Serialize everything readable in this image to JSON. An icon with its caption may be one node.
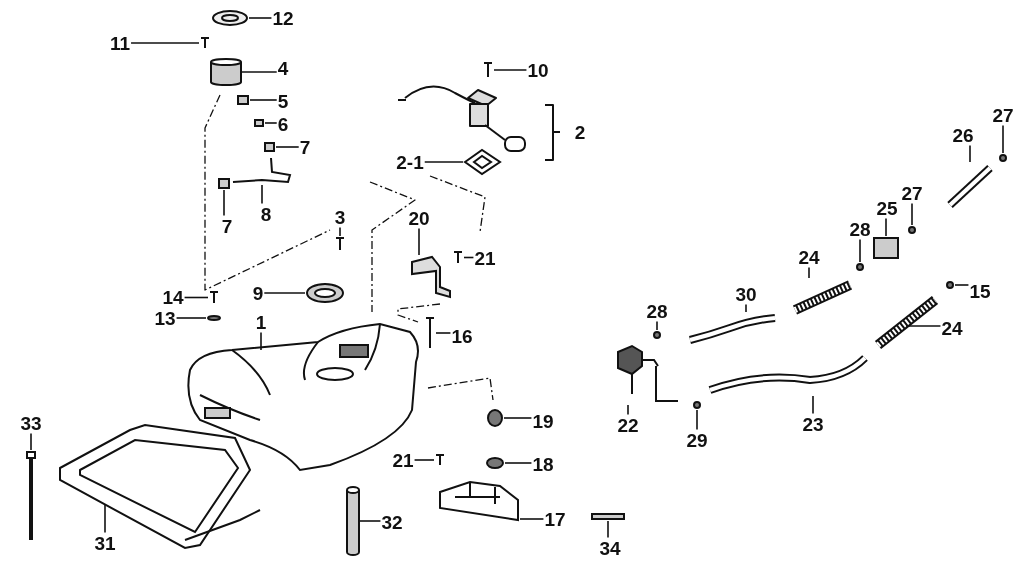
{
  "diagram": {
    "nodes": [
      {
        "text": [
          "12"
        ]
      },
      {
        "text": [
          "11"
        ]
      },
      {
        "text": [
          "4"
        ]
      },
      {
        "text": [
          "10"
        ]
      },
      {
        "text": [
          "5"
        ]
      },
      {
        "text": [
          "6"
        ]
      },
      {
        "text": [
          "7"
        ]
      },
      {
        "text": [
          "27"
        ]
      },
      {
        "text": [
          "2"
        ]
      },
      {
        "text": [
          "26"
        ]
      },
      {
        "text": [
          "2-1"
        ]
      },
      {
        "text": [
          "25"
        ]
      },
      {
        "text": [
          "8"
        ]
      },
      {
        "text": [
          "7"
        ]
      },
      {
        "text": [
          "27"
        ]
      },
      {
        "text": [
          "3"
        ]
      },
      {
        "text": [
          "20"
        ]
      },
      {
        "text": [
          "28"
        ]
      },
      {
        "text": [
          "24"
        ]
      },
      {
        "text": [
          "21"
        ]
      },
      {
        "text": [
          "15"
        ]
      },
      {
        "text": [
          "9"
        ]
      },
      {
        "text": [
          "30"
        ]
      },
      {
        "text": [
          "14"
        ]
      },
      {
        "text": [
          "28"
        ]
      },
      {
        "text": [
          "1"
        ]
      },
      {
        "text": [
          "24"
        ]
      },
      {
        "text": [
          "16"
        ]
      },
      {
        "text": [
          "13"
        ]
      },
      {
        "text": [
          "33"
        ]
      },
      {
        "text": [
          "19"
        ]
      },
      {
        "text": [
          "23"
        ]
      },
      {
        "text": [
          "22"
        ]
      },
      {
        "text": [
          "29"
        ]
      },
      {
        "text": [
          "21"
        ]
      },
      {
        "text": [
          "18"
        ]
      },
      {
        "text": [
          "17"
        ]
      },
      {
        "text": [
          "32"
        ]
      },
      {
        "text": [
          "31"
        ]
      },
      {
        "text": [
          "34"
        ]
      },
      {
        "text": [],
        "shape": "picture"
      },
      {
        "text": [],
        "shape": "picture"
      },
      {
        "text": [],
        "shape": "cylinder"
      },
      {
        "text": [],
        "shape": "picture"
      },
      {
        "text": [],
        "shape": "box"
      },
      {
        "text": [],
        "shape": "box"
      },
      {
        "text": [],
        "shape": "box"
      },
      {
        "text": [],
        "shape": "circle"
      },
      {
        "text": [],
        "shape": "picture"
      },
      {
        "text": [],
        "shape": "picture"
      },
      {
        "text": [],
        "shape": "box"
      },
      {
        "text": [],
        "shape": "picture"
      },
      {
        "text": [],
        "shape": "box"
      },
      {
        "text": [],
        "shape": "circle"
      },
      {
        "text": [],
        "shape": "picture"
      },
      {
        "text": [],
        "shape": "picture"
      },
      {
        "text": [],
        "shape": "circle"
      },
      {
        "text": [],
        "shape": "picture"
      },
      {
        "text": [],
        "shape": "picture"
      },
      {
        "text": [],
        "shape": "circle"
      },
      {
        "text": [],
        "shape": "picture"
      },
      {
        "text": [],
        "shape": "picture"
      },
      {
        "text": [],
        "shape": "picture"
      },
      {
        "text": [],
        "shape": "circle"
      },
      {
        "text": [],
        "shape": "picture"
      },
      {
        "text": [],
        "shape": "picture"
      },
      {
        "text": [],
        "shape": "picture"
      },
      {
        "text": [],
        "shape": "circle"
      },
      {
        "text": [],
        "shape": "picture"
      },
      {
        "text": [],
        "shape": "circle"
      },
      {
        "text": [],
        "shape": "picture"
      },
      {
        "text": [],
        "shape": "picture"
      },
      {
        "text": [],
        "shape": "circle"
      },
      {
        "text": [],
        "shape": "picture"
      },
      {
        "text": [],
        "shape": "circle"
      },
      {
        "text": [],
        "shape": "picture"
      },
      {
        "text": [],
        "shape": "cylinder"
      },
      {
        "text": [],
        "shape": "picture"
      },
      {
        "text": [],
        "shape": "box"
      }
    ],
    "edges": [
      {
        "from": 0,
        "to": 40,
        "arrow": "none"
      },
      {
        "from": 1,
        "to": 41,
        "arrow": "none"
      },
      {
        "from": 2,
        "to": 42,
        "arrow": "none"
      },
      {
        "from": 3,
        "to": 43,
        "arrow": "none"
      },
      {
        "from": 4,
        "to": 44,
        "arrow": "none"
      },
      {
        "from": 5,
        "to": 45,
        "arrow": "none"
      },
      {
        "from": 6,
        "to": 46,
        "arrow": "none"
      },
      {
        "from": 7,
        "to": 47,
        "arrow": "none"
      },
      {
        "from": 9,
        "to": 48,
        "arrow": "none"
      },
      {
        "from": 10,
        "to": 49,
        "arrow": "none"
      },
      {
        "from": 11,
        "to": 50,
        "arrow": "none"
      },
      {
        "from": 12,
        "to": 51,
        "arrow": "none"
      },
      {
        "from": 13,
        "to": 52,
        "arrow": "none"
      },
      {
        "from": 14,
        "to": 53,
        "arrow": "none"
      },
      {
        "from": 15,
        "to": 54,
        "arrow": "none"
      },
      {
        "from": 16,
        "to": 55,
        "arrow": "none"
      },
      {
        "from": 17,
        "to": 56,
        "arrow": "none"
      },
      {
        "from": 18,
        "to": 57,
        "arrow": "none"
      },
      {
        "from": 19,
        "to": 58,
        "arrow": "none"
      },
      {
        "from": 20,
        "to": 59,
        "arrow": "none"
      },
      {
        "from": 21,
        "to": 60,
        "arrow": "none"
      },
      {
        "from": 22,
        "to": 61,
        "arrow": "none"
      },
      {
        "from": 23,
        "to": 62,
        "arrow": "none"
      },
      {
        "from": 24,
        "to": 63,
        "arrow": "none"
      },
      {
        "from": 25,
        "to": 64,
        "arrow": "none"
      },
      {
        "from": 26,
        "to": 65,
        "arrow": "none"
      },
      {
        "from": 27,
        "to": 66,
        "arrow": "none"
      },
      {
        "from": 28,
        "to": 67,
        "arrow": "none"
      },
      {
        "from": 29,
        "to": 68,
        "arrow": "none"
      },
      {
        "from": 30,
        "to": 69,
        "arrow": "none"
      },
      {
        "from": 31,
        "to": 70,
        "arrow": "none"
      },
      {
        "from": 32,
        "to": 71,
        "arrow": "none"
      },
      {
        "from": 33,
        "to": 72,
        "arrow": "none"
      },
      {
        "from": 34,
        "to": 73,
        "arrow": "none"
      },
      {
        "from": 35,
        "to": 74,
        "arrow": "none"
      },
      {
        "from": 36,
        "to": 75,
        "arrow": "none"
      },
      {
        "from": 37,
        "to": 76,
        "arrow": "none"
      },
      {
        "from": 38,
        "to": 77,
        "arrow": "none"
      },
      {
        "from": 39,
        "to": 78,
        "arrow": "none"
      }
    ]
  }
}
